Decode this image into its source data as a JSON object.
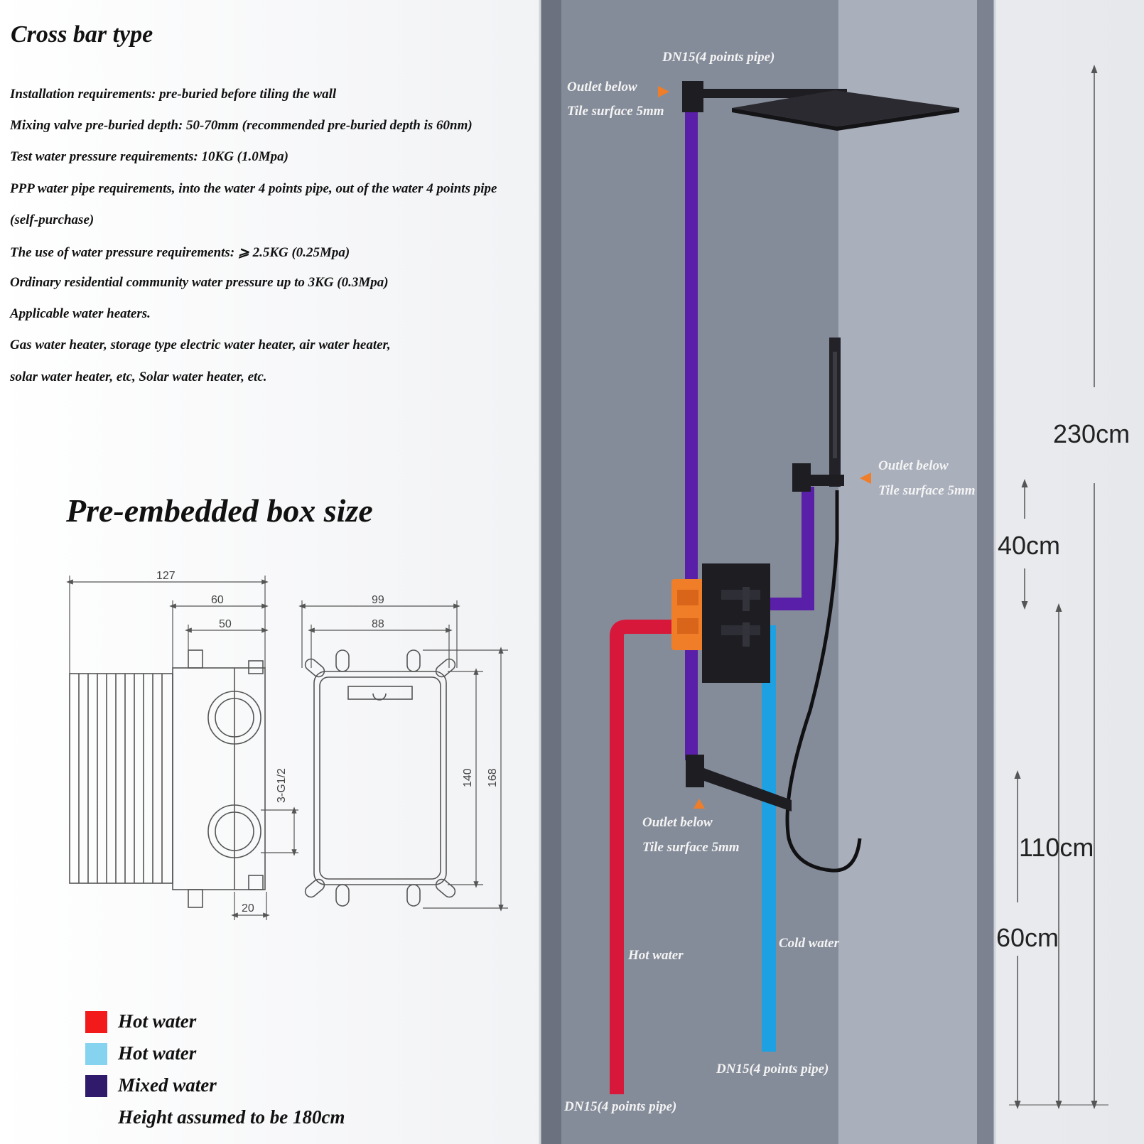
{
  "heading": "Cross bar type",
  "requirements": [
    "Installation requirements: pre-buried before tiling the wall",
    "Mixing valve pre-buried depth: 50-70mm (recommended pre-buried depth is 60nm)",
    "Test water pressure requirements: 10KG (1.0Mpa)",
    "PPP water pipe requirements, into the water 4 points pipe, out of the water 4 points pipe",
    "(self-purchase)",
    "The use of water pressure requirements: ⩾ 2.5KG (0.25Mpa)",
    "Ordinary residential community water pressure up to 3KG (0.3Mpa)",
    "Applicable water heaters.",
    "Gas water heater, storage type electric water heater, air water heater,",
    "solar water heater, etc, Solar water heater, etc."
  ],
  "box": {
    "title": "Pre-embedded box size",
    "side_dims": {
      "total_width": "127",
      "w60": "60",
      "w50": "50",
      "port": "3-G1/2",
      "offset": "20"
    },
    "front_dims": {
      "outer_width": "99",
      "inner_width": "88",
      "inner_height": "140",
      "outer_height": "168"
    }
  },
  "shower": {
    "pipe_label_top": "DN15(4 points pipe)",
    "outlet_top": {
      "line1": "Outlet below",
      "line2": "Tile surface 5mm"
    },
    "outlet_mid": {
      "line1": "Outlet below",
      "line2": "Tile surface 5mm"
    },
    "outlet_low": {
      "line1": "Outlet below",
      "line2": "Tile surface 5mm"
    },
    "hot_label": "Hot water",
    "cold_label": "Cold water",
    "pipe_label_cold": "DN15(4 points pipe)",
    "pipe_label_hot": "DN15(4 points pipe)"
  },
  "heights": {
    "h230": "230cm",
    "h40": "40cm",
    "h110": "110cm",
    "h60": "60cm"
  },
  "legend": {
    "items": [
      {
        "label": "Hot water",
        "color": "#f21a1a"
      },
      {
        "label": "Hot water",
        "color": "#86d3f0"
      },
      {
        "label": "Mixed water",
        "color": "#2f1a6b"
      }
    ],
    "note": "Height assumed to be 180cm"
  },
  "colors": {
    "hot_pipe": "#d8183a",
    "cold_pipe": "#1ea1e2",
    "mixed_pipe": "#5a1fa8",
    "valve_box": "#f07d27",
    "fixture": "#1d1d22"
  }
}
